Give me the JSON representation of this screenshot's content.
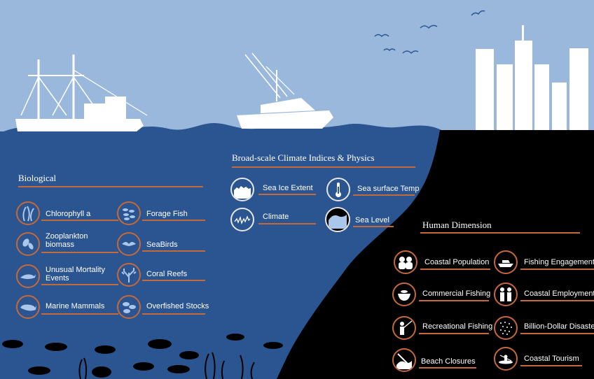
{
  "sections": {
    "biological": {
      "title": "Biological",
      "items": [
        {
          "label": "Chlorophyll a",
          "icon": "kelp-icon"
        },
        {
          "label": "Forage Fish",
          "icon": "fish-school-icon"
        },
        {
          "label": "Zooplankton biomass",
          "icon": "zooplankton-icon"
        },
        {
          "label": "SeaBirds",
          "icon": "seabird-icon"
        },
        {
          "label": "Unusual Mortality Events",
          "icon": "dolphin-icon"
        },
        {
          "label": "Coral Reefs",
          "icon": "coral-icon"
        },
        {
          "label": "Marine Mammals",
          "icon": "whale-icon"
        },
        {
          "label": "Overfished Stocks",
          "icon": "fish-group-icon"
        }
      ]
    },
    "climate": {
      "title": "Broad-scale Climate Indices & Physics",
      "items": [
        {
          "label": "Sea Ice Extent",
          "icon": "sea-ice-icon"
        },
        {
          "label": "Sea surface Temp",
          "icon": "thermometer-icon"
        },
        {
          "label": "Climate",
          "icon": "climate-line-icon"
        },
        {
          "label": "Sea Level",
          "icon": "wave-icon"
        }
      ]
    },
    "human": {
      "title": "Human Dimension",
      "items": [
        {
          "label": "Coastal Population",
          "icon": "people-icon"
        },
        {
          "label": "Fishing Engagement",
          "icon": "boat-icon"
        },
        {
          "label": "Commercial Fishing",
          "icon": "fish-bowl-icon"
        },
        {
          "label": "Coastal Employment",
          "icon": "workers-icon"
        },
        {
          "label": "Recreational Fishing",
          "icon": "angler-icon"
        },
        {
          "label": "Billion-Dollar Disasters",
          "icon": "rain-icon"
        },
        {
          "label": "Beach Closures",
          "icon": "beach-closed-icon"
        },
        {
          "label": "Coastal Tourism",
          "icon": "kayak-icon"
        }
      ]
    }
  },
  "colors": {
    "sky": "#99b8dc",
    "ocean": "#2b5591",
    "land": "#000000",
    "accent": "#c4693a",
    "text": "#ffffff"
  }
}
